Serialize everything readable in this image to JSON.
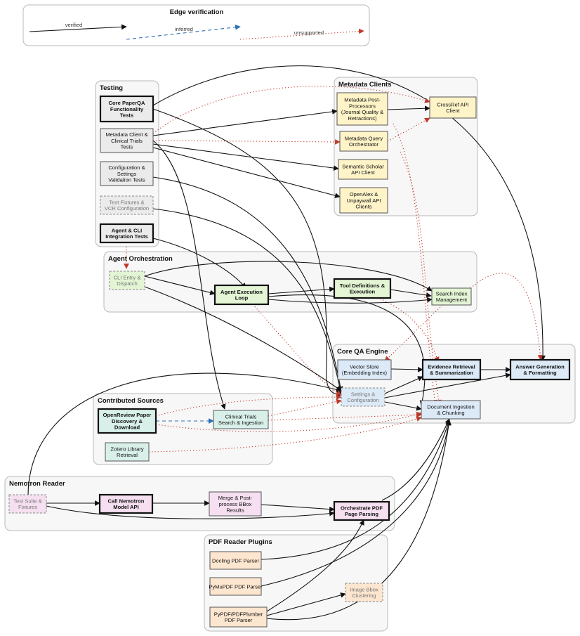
{
  "legend": {
    "title": "Edge verification",
    "verified": "verified",
    "inferred": "inferred",
    "unsupported": "unsupported"
  },
  "clusters": {
    "testing": "Testing",
    "metadata": "Metadata Clients",
    "agent": "Agent Orchestration",
    "core": "Core QA Engine",
    "contrib": "Contributed Sources",
    "nemotron": "Nemotron Reader",
    "pdf": "PDF Reader Plugins"
  },
  "nodes": {
    "core_tests": [
      "Core PaperQA",
      "Functionality",
      "Tests"
    ],
    "meta_tests": [
      "Metadata Client &",
      "Clinical Trials",
      "Tests"
    ],
    "config_tests": [
      "Configuration &",
      "Settings",
      "Validation Tests"
    ],
    "fixtures": [
      "Test Fixtures &",
      "VCR Configuration"
    ],
    "agent_tests": [
      "Agent & CLI",
      "Integration Tests"
    ],
    "meta_post": [
      "Metadata Post-",
      "Processors",
      "(Journal Quality &",
      "Retractions)"
    ],
    "crossref": [
      "CrossRef API",
      "Client"
    ],
    "meta_query": [
      "Metadata Query",
      "Orchestrator"
    ],
    "semantic": [
      "Semantic Scholar",
      "API Client"
    ],
    "openalex": [
      "OpenAlex &",
      "Unpaywall API",
      "Clients"
    ],
    "cli": [
      "CLI Entry &",
      "Dispatch"
    ],
    "agent_loop": [
      "Agent Execution",
      "Loop"
    ],
    "tools": [
      "Tool Definitions &",
      "Execution"
    ],
    "search_index": [
      "Search Index",
      "Management"
    ],
    "vector": [
      "Vector Store",
      "(Embedding Index)"
    ],
    "evidence": [
      "Evidence Retrieval",
      "& Summarization"
    ],
    "answer": [
      "Answer Generation",
      "& Formatting"
    ],
    "settings": [
      "Settings &",
      "Configuration"
    ],
    "doc_ingest": [
      "Document Ingestion",
      "& Chunking"
    ],
    "openreview": [
      "OpenReview Paper",
      "Discovery &",
      "Download"
    ],
    "clinical": [
      "Clinical Trials",
      "Search & Ingestion"
    ],
    "zotero": [
      "Zotero Library",
      "Retrieval"
    ],
    "nem_tests": [
      "Test Suite &",
      "Fixtures"
    ],
    "nem_call": [
      "Call Nemotron",
      "Model API"
    ],
    "nem_merge": [
      "Merge & Post-",
      "process BBox",
      "Results"
    ],
    "orchestrate": [
      "Orchestrate PDF",
      "Page Parsing"
    ],
    "docling": [
      "Docling PDF Parser"
    ],
    "pymupdf": [
      "PyMuPDF PDF Parser"
    ],
    "image_bbox": [
      "Image Bbox",
      "Clustering"
    ],
    "pypdf": [
      "PyPDF/PDFPlumber",
      "PDF Parser"
    ]
  },
  "colors": {
    "tests": "#ebebeb",
    "metadata": "#fff4c8",
    "agent": "#e3f5d4",
    "core": "#dce9f7",
    "contrib": "#d8f0e9",
    "nemotron": "#f5dff0",
    "pdf": "#fde6cf",
    "verified": "#111111",
    "inferred": "#2c6fb4",
    "unsupported": "#c0392b"
  }
}
